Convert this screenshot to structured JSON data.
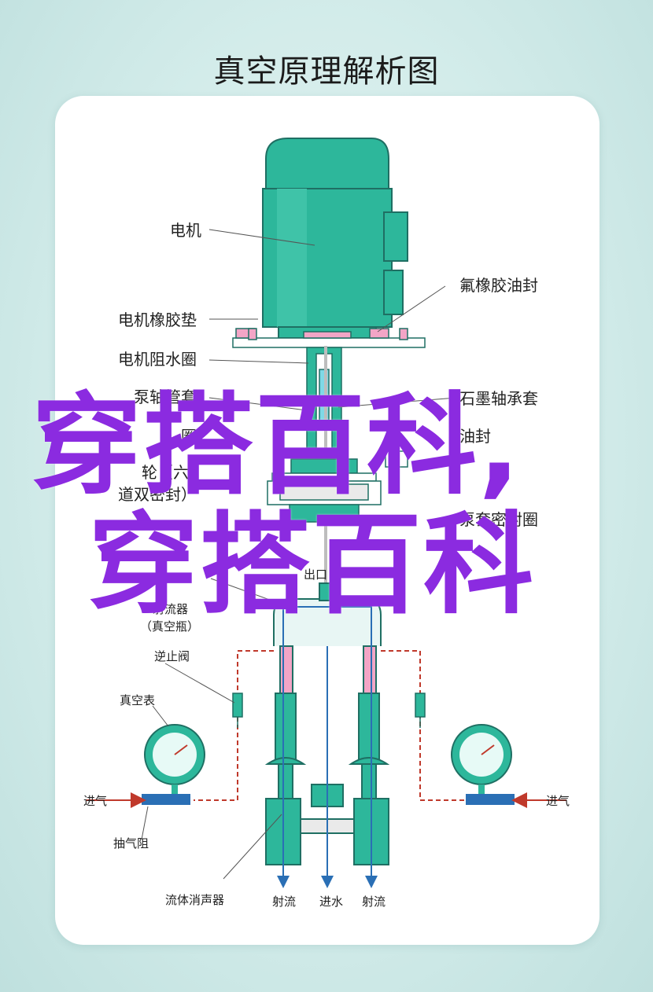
{
  "title": "真空原理解析图",
  "labels": {
    "motor": "电机",
    "fluoro_seal": "氟橡胶油封",
    "motor_gasket": "电机橡胶垫",
    "motor_water_ring": "电机阻水圈",
    "pump_sleeve": "泵轴管套",
    "graphite_bearing": "石墨轴承套",
    "ring_seal_1": "圈",
    "oil_seal_1": "油封",
    "impeller": "轮（六",
    "double_seal": "道双密封）",
    "mech_seal": "泵套密封圈",
    "outlet_nozzle": "出口",
    "ejector_1": "射流器",
    "ejector_2": "（真空瓶）",
    "check_valve": "逆止阀",
    "vacuum_gauge": "真空表",
    "air_in_left": "进气",
    "air_in_right": "进气",
    "suction_resist": "抽气阻",
    "muffler": "流体消声器",
    "jet_1": "射流",
    "water_in": "进水",
    "jet_2": "射流"
  },
  "watermark": {
    "line1": "穿搭百科,",
    "line2": "穿搭百科"
  },
  "colors": {
    "teal": "#2db79b",
    "teal_dark": "#1f6f63",
    "pink": "#f3a5c6",
    "red_dash": "#c0392b",
    "blue": "#2a6fb5",
    "watermark": "#8b2be0"
  }
}
